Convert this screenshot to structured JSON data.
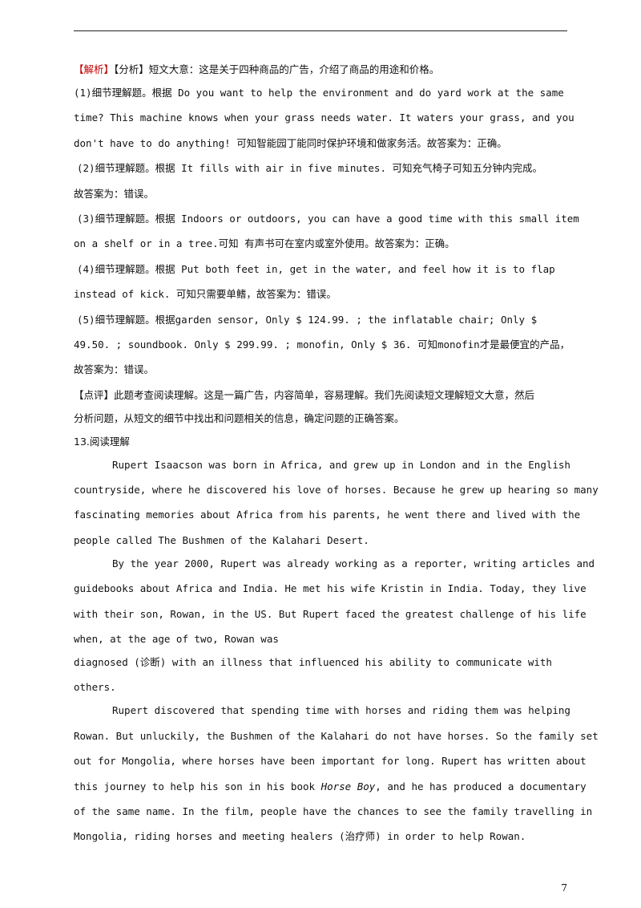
{
  "analysis": {
    "tag_jiexi": "【解析】",
    "intro": "【分析】短文大意：这是关于四种商品的广告，介绍了商品的用途和价格。",
    "q1_a": "(1)细节理解题。根据  Do you want to help the environment and do yard work at the same",
    "q1_b": "time? This machine knows when your grass needs water.   It waters your grass, and you",
    "q1_c": "don't have to do anything!  可知智能园丁能同时保护环境和做家务活。故答案为：正确。",
    "q2_a": "(2)细节理解题。根据 It fills with air in five minutes.  可知充气椅子可知五分钟内完成。",
    "q2_b": "故答案为：错误。",
    "q3_a": "(3)细节理解题。根据 Indoors or outdoors, you can have a good time with this small item",
    "q3_b": "on a shelf or in a tree.可知  有声书可在室内或室外使用。故答案为：正确。",
    "q4_a": "(4)细节理解题。根据 Put both feet in, get in the water, and feel how it is to flap",
    "q4_b": "instead of kick. 可知只需要单鳍，故答案为：错误。",
    "q5_a": "(5)细节理解题。根据garden sensor,  Only $ 124.99. ;  the inflatable chair;  Only $",
    "q5_b": "49.50. ; soundbook. Only $ 299.99. ; monofin, Only $ 36. 可知monofin才是最便宜的产品，",
    "q5_c": "故答案为：错误。",
    "comment_tag": "【点评】",
    "comment_a": "此题考查阅读理解。这是一篇广告，内容简单，容易理解。我们先阅读短文理解短文大意，然后",
    "comment_b": "分析问题，从短文的细节中找出和问题相关的信息，确定问题的正确答案。"
  },
  "section": {
    "heading": "13.阅读理解",
    "p1_a": "Rupert Isaacson was born in Africa, and grew up in London and in the English",
    "p1_b": "countryside, where he discovered his love of horses. Because he grew up hearing so many",
    "p1_c": "fascinating memories about Africa from his parents, he went there and lived with the",
    "p1_d": "people called The Bushmen of the Kalahari Desert.",
    "p2_a": "By the year 2000, Rupert was already working as a reporter, writing articles and",
    "p2_b": "guidebooks about Africa and India. He met his wife Kristin in India. Today, they live",
    "p2_c": "with their son, Rowan, in the US. But Rupert faced the greatest challenge of his life",
    "p2_d": "when, at the age of two, Rowan was",
    "p2_e": "diagnosed (诊断) with an illness that influenced his ability to communicate with",
    "p2_f": "others.",
    "p3_a": "Rupert discovered that spending time with horses and riding them was helping",
    "p3_b": "Rowan. But unluckily, the Bushmen of the Kalahari do not have horses. So the family set",
    "p3_c": "out for Mongolia, where horses have been important for long. Rupert has written about",
    "p3_d_pre": "this journey to help his son in his book ",
    "p3_d_book": "Horse Boy",
    "p3_d_post": ", and he has produced a documentary",
    "p3_e": "of the same name. In the film, people have the chances to see the family travelling in",
    "p3_f": "Mongolia, riding horses and meeting healers (治疗师) in order to help Rowan."
  },
  "page_number": "7"
}
